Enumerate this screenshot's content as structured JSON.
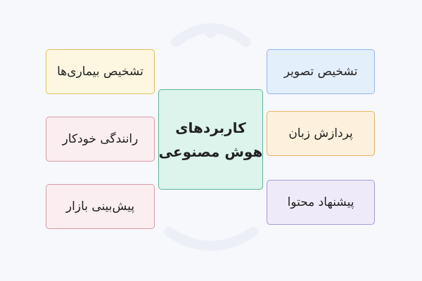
{
  "diagram": {
    "center": {
      "line1": "کاربردهای",
      "line2": "هوش مصنوعی",
      "fill": "#dcf4ec"
    },
    "left_items": [
      {
        "label": "تشخیص بیماری‌ها",
        "fill": "#fdf7e1"
      },
      {
        "label": "رانندگی خودکار",
        "fill": "#fbeef0"
      },
      {
        "label": "پیش‌بینی بازار",
        "fill": "#fbeef0"
      }
    ],
    "right_items": [
      {
        "label": "تشخیص تصویر",
        "fill": "#e4effc"
      },
      {
        "label": "پردازش زبان",
        "fill": "#fdf1dd"
      },
      {
        "label": "پیشنهاد محتوا",
        "fill": "#efeafa"
      }
    ]
  }
}
